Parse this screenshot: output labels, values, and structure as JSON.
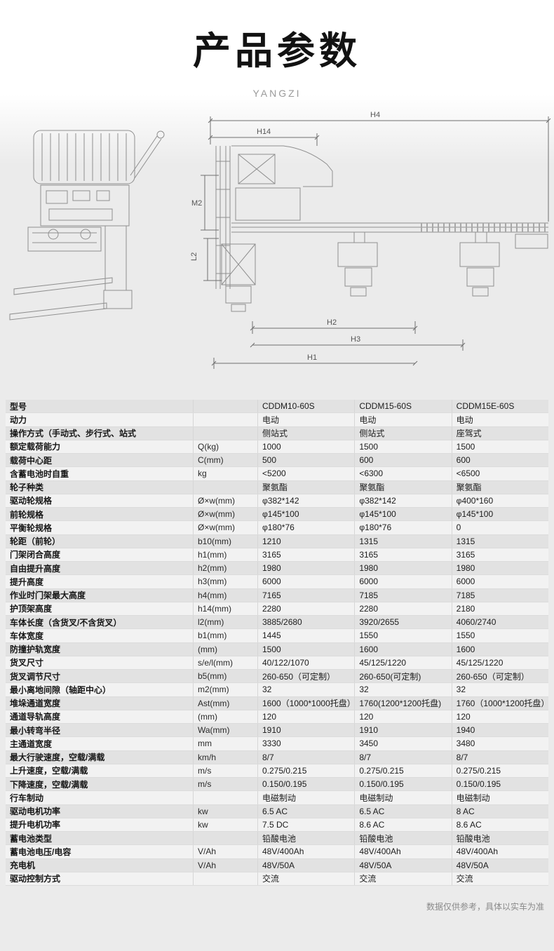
{
  "page": {
    "title": "产品参数",
    "brand": "YANGZI",
    "footer": "数据仅供参考，具体以实车为准"
  },
  "drawing": {
    "dims": {
      "h4": "H4",
      "h14": "H14",
      "m2": "M2",
      "l2": "L2",
      "h2": "H2",
      "h3": "H3",
      "h1": "H1"
    }
  },
  "table": {
    "rows": [
      {
        "label": "型号",
        "unit": "",
        "values": [
          "CDDM10-60S",
          "CDDM15-60S",
          "CDDM15E-60S"
        ]
      },
      {
        "label": "动力",
        "unit": "",
        "values": [
          "电动",
          "电动",
          "电动"
        ]
      },
      {
        "label": "操作方式（手动式、步行式、站式",
        "unit": "",
        "values": [
          "侧站式",
          "侧站式",
          "座驾式"
        ]
      },
      {
        "label": "额定载荷能力",
        "unit": "Q(kg)",
        "values": [
          "1000",
          "1500",
          "1500"
        ]
      },
      {
        "label": "载荷中心距",
        "unit": "C(mm)",
        "values": [
          "500",
          "600",
          "600"
        ]
      },
      {
        "label": "含蓄电池时自重",
        "unit": "kg",
        "values": [
          "<5200",
          "<6300",
          "<6500"
        ]
      },
      {
        "label": "轮子种类",
        "unit": "",
        "values": [
          "聚氨酯",
          "聚氨酯",
          "聚氨酯"
        ]
      },
      {
        "label": "驱动轮规格",
        "unit": "Ø×w(mm)",
        "values": [
          "φ382*142",
          "φ382*142",
          "φ400*160"
        ]
      },
      {
        "label": "前轮规格",
        "unit": "Ø×w(mm)",
        "values": [
          "φ145*100",
          "φ145*100",
          "φ145*100"
        ]
      },
      {
        "label": "平衡轮规格",
        "unit": "Ø×w(mm)",
        "values": [
          "φ180*76",
          "φ180*76",
          "0"
        ]
      },
      {
        "label": "轮距（前轮）",
        "unit": "b10(mm)",
        "values": [
          "1210",
          "1315",
          "1315"
        ]
      },
      {
        "label": "门架闭合高度",
        "unit": "h1(mm)",
        "values": [
          "3165",
          "3165",
          "3165"
        ]
      },
      {
        "label": "自由提升高度",
        "unit": "h2(mm)",
        "values": [
          "1980",
          "1980",
          "1980"
        ]
      },
      {
        "label": "提升高度",
        "unit": "h3(mm)",
        "values": [
          "6000",
          "6000",
          "6000"
        ]
      },
      {
        "label": "作业时门架最大高度",
        "unit": "h4(mm)",
        "values": [
          "7165",
          "7185",
          "7185"
        ]
      },
      {
        "label": "护顶架高度",
        "unit": "h14(mm)",
        "values": [
          "2280",
          "2280",
          "2180"
        ]
      },
      {
        "label": "车体长度（含货叉/不含货叉）",
        "unit": "l2(mm)",
        "values": [
          "3885/2680",
          "3920/2655",
          "4060/2740"
        ]
      },
      {
        "label": "车体宽度",
        "unit": "b1(mm)",
        "values": [
          "1445",
          "1550",
          "1550"
        ]
      },
      {
        "label": "防撞护轨宽度",
        "unit": "(mm)",
        "values": [
          "1500",
          "1600",
          "1600"
        ]
      },
      {
        "label": "货叉尺寸",
        "unit": "s/e/l(mm)",
        "values": [
          "40/122/1070",
          "45/125/1220",
          "45/125/1220"
        ]
      },
      {
        "label": "货叉调节尺寸",
        "unit": "b5(mm)",
        "values": [
          "260-650（可定制）",
          "260-650(可定制)",
          "260-650（可定制）"
        ]
      },
      {
        "label": "最小离地间隙（轴距中心）",
        "unit": "m2(mm)",
        "values": [
          "32",
          "32",
          "32"
        ]
      },
      {
        "label": "堆垛通道宽度",
        "unit": "Ast(mm)",
        "values": [
          "1600（1000*1000托盘）",
          "1760(1200*1200托盘)",
          "1760（1000*1200托盘）"
        ]
      },
      {
        "label": "通道导轨高度",
        "unit": "(mm)",
        "values": [
          "120",
          "120",
          "120"
        ]
      },
      {
        "label": "最小转弯半径",
        "unit": "Wa(mm)",
        "values": [
          "1910",
          "1910",
          "1940"
        ]
      },
      {
        "label": "主通道宽度",
        "unit": "mm",
        "values": [
          "3330",
          "3450",
          "3480"
        ]
      },
      {
        "label": "最大行驶速度，空载/满载",
        "unit": "km/h",
        "values": [
          "8/7",
          "8/7",
          "8/7"
        ]
      },
      {
        "label": "上升速度，空载/满载",
        "unit": "m/s",
        "values": [
          "0.275/0.215",
          "0.275/0.215",
          "0.275/0.215"
        ]
      },
      {
        "label": "下降速度，空载/满载",
        "unit": "m/s",
        "values": [
          "0.150/0.195",
          "0.150/0.195",
          "0.150/0.195"
        ]
      },
      {
        "label": "行车制动",
        "unit": "",
        "values": [
          "电磁制动",
          "电磁制动",
          "电磁制动"
        ]
      },
      {
        "label": "驱动电机功率",
        "unit": "kw",
        "values": [
          "6.5 AC",
          "6.5 AC",
          "8 AC"
        ]
      },
      {
        "label": "提升电机功率",
        "unit": "kw",
        "values": [
          "7.5 DC",
          "8.6 AC",
          "8.6 AC"
        ]
      },
      {
        "label": "蓄电池类型",
        "unit": "",
        "values": [
          "铅酸电池",
          "铅酸电池",
          "铅酸电池"
        ]
      },
      {
        "label": "蓄电池电压/电容",
        "unit": "V/Ah",
        "values": [
          "48V/400Ah",
          "48V/400Ah",
          "48V/400Ah"
        ]
      },
      {
        "label": "充电机",
        "unit": "V/Ah",
        "values": [
          "48V/50A",
          "48V/50A",
          "48V/50A"
        ]
      },
      {
        "label": "驱动控制方式",
        "unit": "",
        "values": [
          "交流",
          "交流",
          "交流"
        ]
      }
    ]
  }
}
